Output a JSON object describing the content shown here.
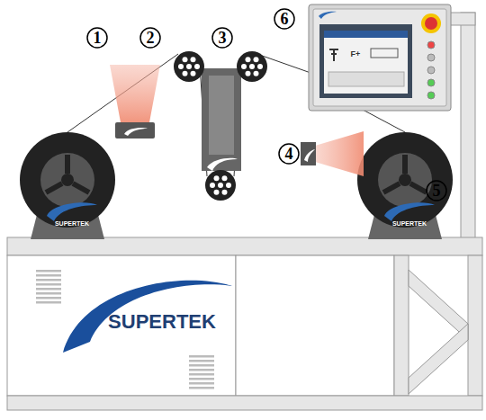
{
  "diagram": {
    "labels": [
      "1",
      "2",
      "3",
      "4",
      "5",
      "6",
      "SUPERTEK",
      "SUPERTEK",
      "SUPERTEK",
      "F+"
    ]
  }
}
